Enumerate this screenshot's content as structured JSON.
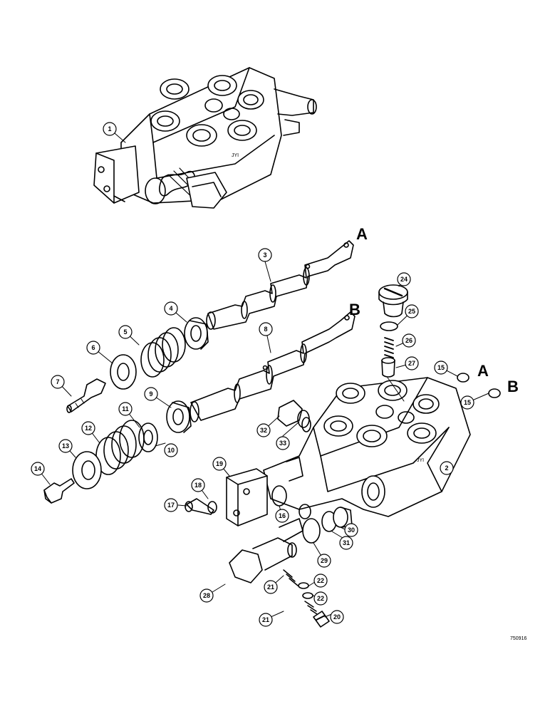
{
  "callouts": [
    "1",
    "2",
    "3",
    "4",
    "5",
    "6",
    "7",
    "8",
    "9",
    "10",
    "11",
    "12",
    "13",
    "14",
    "15",
    "15",
    "16",
    "17",
    "18",
    "19",
    "20",
    "21",
    "21",
    "22",
    "22",
    "24",
    "25",
    "26",
    "27",
    "28",
    "29",
    "30",
    "31",
    "32",
    "33"
  ],
  "port_letters": [
    "A",
    "B",
    "A",
    "B"
  ],
  "reference_code": "750916"
}
